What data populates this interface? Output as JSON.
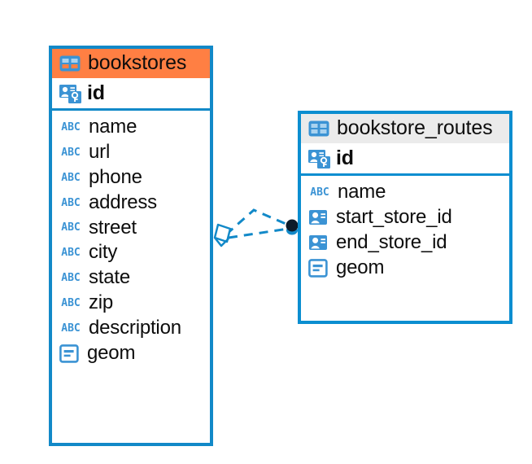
{
  "diagram": {
    "type": "er-diagram",
    "colors": {
      "left_border": "#1289c8",
      "left_header_bg": "#ff7f43",
      "right_border": "#0b8ed0",
      "right_header_bg": "#ebebeb",
      "icon_blue": "#3b93d4",
      "relation_line": "#1289c8",
      "relation_endpoint": "#0d1b2a",
      "text": "#0d0d0d",
      "table_bg": "#ffffff"
    },
    "tables": [
      {
        "name": "bookstores",
        "header_style": "orange",
        "table_icon": "table-icon",
        "primary_key": {
          "label": "id",
          "icon": "primary-key-icon"
        },
        "fields": [
          {
            "label": "name",
            "icon": "text-field-icon"
          },
          {
            "label": "url",
            "icon": "text-field-icon"
          },
          {
            "label": "phone",
            "icon": "text-field-icon"
          },
          {
            "label": "address",
            "icon": "text-field-icon"
          },
          {
            "label": "street",
            "icon": "text-field-icon"
          },
          {
            "label": "city",
            "icon": "text-field-icon"
          },
          {
            "label": "state",
            "icon": "text-field-icon"
          },
          {
            "label": "zip",
            "icon": "text-field-icon"
          },
          {
            "label": "description",
            "icon": "text-field-icon"
          },
          {
            "label": "geom",
            "icon": "geometry-field-icon"
          }
        ]
      },
      {
        "name": "bookstore_routes",
        "header_style": "gray",
        "table_icon": "table-icon",
        "primary_key": {
          "label": "id",
          "icon": "primary-key-icon"
        },
        "fields": [
          {
            "label": "name",
            "icon": "text-field-icon"
          },
          {
            "label": "start_store_id",
            "icon": "foreign-key-icon"
          },
          {
            "label": "end_store_id",
            "icon": "foreign-key-icon"
          },
          {
            "label": "geom",
            "icon": "geometry-field-icon"
          }
        ]
      }
    ],
    "relationship": {
      "style": "dashed",
      "source_marker": "polygon-marker",
      "target_marker": "filled-circle-marker",
      "source_table": "bookstores",
      "target_table": "bookstore_routes"
    },
    "icon_text": {
      "abc": "ABC"
    }
  }
}
